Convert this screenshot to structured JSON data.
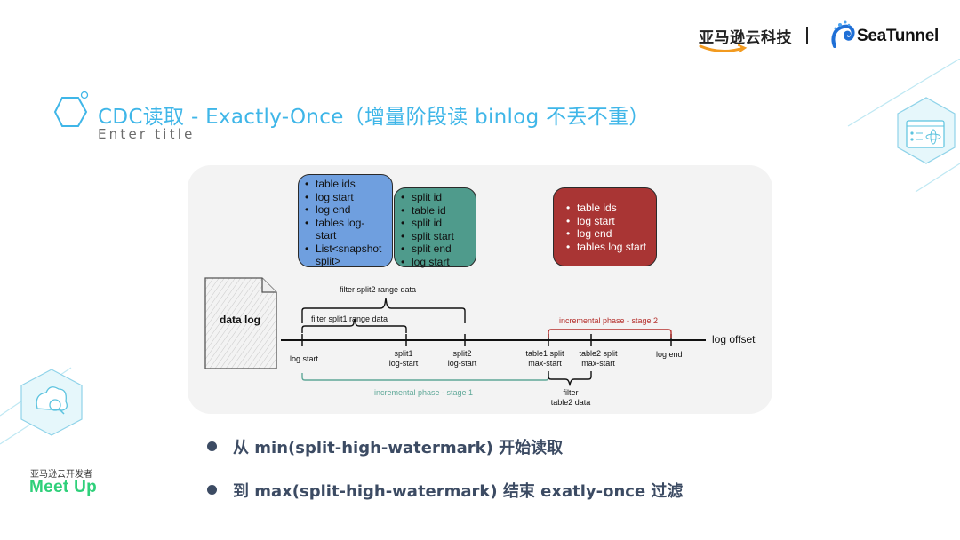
{
  "header": {
    "amazon_logo_text": "亚马逊云科技",
    "seatunnel_logo_text": "SeaTunnel"
  },
  "slide": {
    "title": "CDC读取 - Exactly-Once（增量阶段读 binlog 不丢不重）",
    "subtitle": "Enter title"
  },
  "diagram": {
    "blue_card": [
      "table ids",
      "log start",
      "log end",
      "tables log-\nstart",
      "List<snapshot\nsplit>"
    ],
    "teal_card": [
      "split id",
      "table id",
      "split id",
      "split start",
      "split end",
      "log start"
    ],
    "red_card": [
      "table ids",
      "log start",
      "log end",
      "tables log start"
    ],
    "data_log_label": "data log",
    "axis_label": "log offset",
    "filter_split2": "filter split2 range data",
    "filter_split1": "filter split1 range data",
    "stage2_label": "incremental phase - stage 2",
    "stage1_label": "incremental phase - stage 1",
    "ticks": {
      "log_start": "log start",
      "split1": "split1",
      "split1_sub": "log-start",
      "split2": "split2",
      "split2_sub": "log-start",
      "table1": "table1 split",
      "table1_sub": "max-start",
      "table2": "table2 split",
      "table2_sub": "max-start",
      "log_end": "log end"
    },
    "filter_table2_line1": "filter",
    "filter_table2_line2": "table2 data",
    "stage1_color": "#5fa898",
    "stage2_color": "#b5302c"
  },
  "bullets": [
    "从 min(split-high-watermark) 开始读取",
    "到 max(split-high-watermark) 结束 exatly-once 过滤"
  ],
  "meetup": {
    "cn": "亚马逊云开发者",
    "en": "Meet Up"
  },
  "colors": {
    "accent": "#3fb6e8",
    "meetup_green": "#2fd07a",
    "bullet": "#3c4b63"
  }
}
